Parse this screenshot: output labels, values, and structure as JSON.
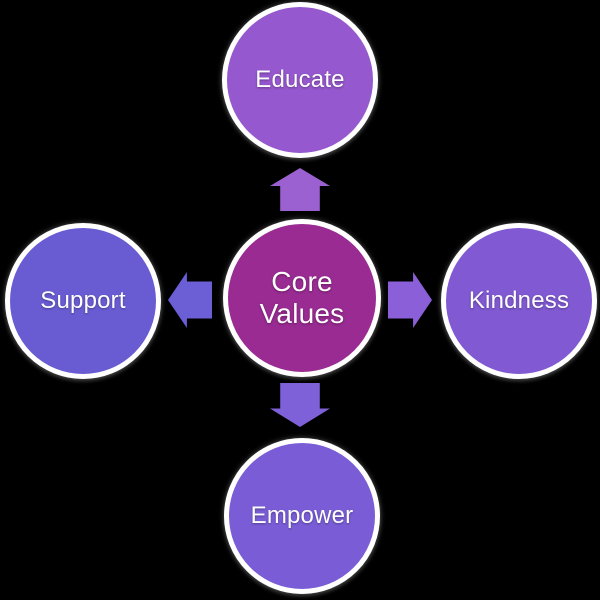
{
  "diagram": {
    "type": "radial-cycle",
    "background_color": "#000000",
    "ring_color": "#FFFFFF",
    "text_color": "#FFFFFF",
    "center_node": {
      "label": "Core Values",
      "lines": [
        "Core",
        "Values"
      ],
      "color": "#992B92"
    },
    "nodes": [
      {
        "label": "Educate",
        "position": "top",
        "color": "#9658CE",
        "arrow_color": "#9C61D1",
        "arrow_direction": "up"
      },
      {
        "label": "Kindness",
        "position": "right",
        "color": "#8159D3",
        "arrow_color": "#8A5FD7",
        "arrow_direction": "right"
      },
      {
        "label": "Empower",
        "position": "bottom",
        "color": "#7A5DD6",
        "arrow_color": "#7E60D8",
        "arrow_direction": "down"
      },
      {
        "label": "Support",
        "position": "left",
        "color": "#695CD3",
        "arrow_color": "#6C5ED5",
        "arrow_direction": "left"
      }
    ]
  }
}
